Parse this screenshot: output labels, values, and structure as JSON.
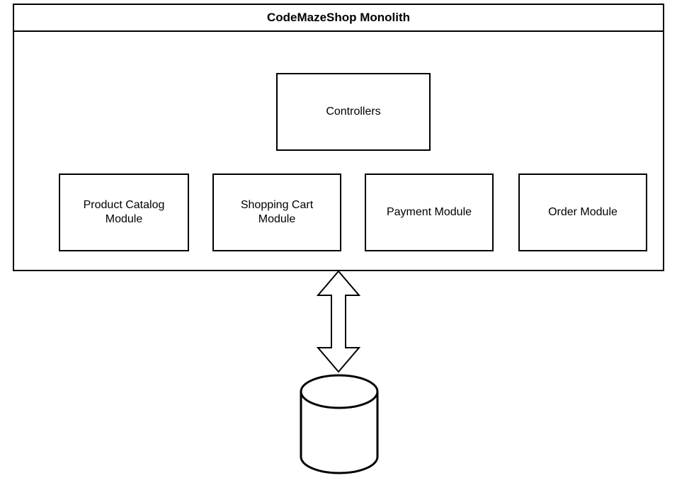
{
  "diagram": {
    "title": "CodeMazeShop Monolith",
    "controllers": {
      "label": "Controllers"
    },
    "modules": [
      {
        "label": "Product Catalog Module"
      },
      {
        "label": "Shopping Cart Module"
      },
      {
        "label": "Payment Module"
      },
      {
        "label": "Order Module"
      }
    ],
    "connector": {
      "type": "double-headed-arrow",
      "direction": "vertical"
    },
    "database": {
      "shape": "cylinder",
      "label": ""
    },
    "colors": {
      "stroke": "#000000",
      "fill": "#ffffff",
      "background": "#ffffff"
    }
  }
}
